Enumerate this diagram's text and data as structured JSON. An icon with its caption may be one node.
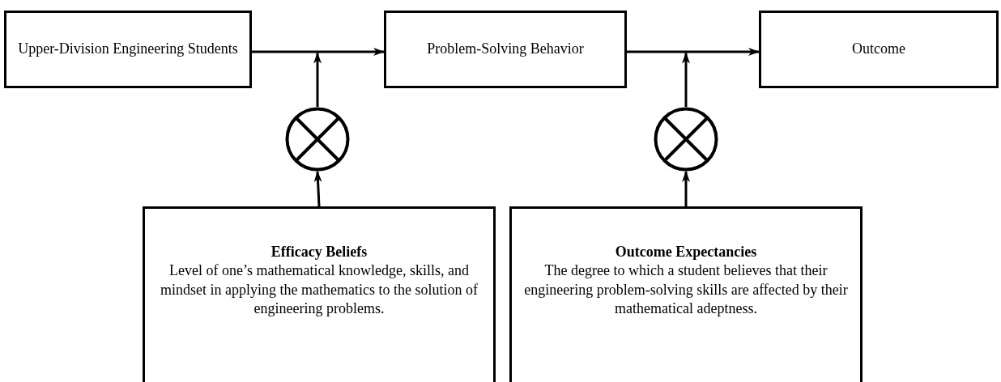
{
  "diagram": {
    "nodes": [
      {
        "text": [
          "Upper-Division Engineering Students"
        ]
      },
      {
        "text": [
          "Problem-Solving Behavior"
        ]
      },
      {
        "text": [
          "Outcome"
        ]
      },
      {
        "text": [],
        "shape": "circle"
      },
      {
        "text": [],
        "shape": "circle"
      },
      {
        "text": [
          "Efficacy Beliefs",
          "Level of one’s mathematical knowledge, skills, and mindset in applying the mathematics to the solution of engineering problems."
        ]
      },
      {
        "text": [
          "Outcome Expectancies",
          "The degree to which a student believes that their engineering problem-solving skills are affected by their mathematical adeptness."
        ]
      }
    ],
    "edges": [
      {
        "from": 0,
        "to": 1,
        "arrow": "to"
      },
      {
        "from": 1,
        "to": 2,
        "arrow": "to"
      },
      {
        "from": 5,
        "to": 3,
        "arrow": "to"
      },
      {
        "from": 3,
        "to": null,
        "arrow": "to"
      },
      {
        "from": 6,
        "to": 4,
        "arrow": "to"
      },
      {
        "from": 4,
        "to": null,
        "arrow": "to"
      }
    ]
  }
}
